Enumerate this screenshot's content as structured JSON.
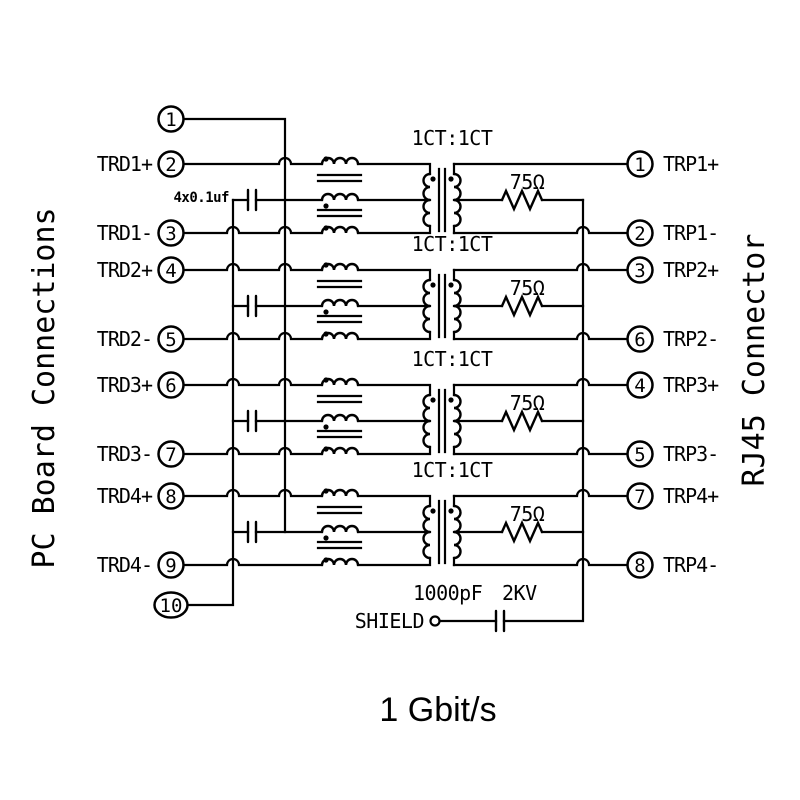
{
  "title": "1 Gbit/s",
  "left": {
    "section_label": "PC Board Connections",
    "pins": [
      {
        "n": "1",
        "signal": ""
      },
      {
        "n": "2",
        "signal": "TRD1+"
      },
      {
        "n": "3",
        "signal": "TRD1-"
      },
      {
        "n": "4",
        "signal": "TRD2+"
      },
      {
        "n": "5",
        "signal": "TRD2-"
      },
      {
        "n": "6",
        "signal": "TRD3+"
      },
      {
        "n": "7",
        "signal": "TRD3-"
      },
      {
        "n": "8",
        "signal": "TRD4+"
      },
      {
        "n": "9",
        "signal": "TRD4-"
      },
      {
        "n": "10",
        "signal": ""
      }
    ]
  },
  "right": {
    "section_label": "RJ45 Connector",
    "pins": [
      {
        "n": "1",
        "signal": "TRP1+"
      },
      {
        "n": "2",
        "signal": "TRP1-"
      },
      {
        "n": "3",
        "signal": "TRP2+"
      },
      {
        "n": "6",
        "signal": "TRP2-"
      },
      {
        "n": "4",
        "signal": "TRP3+"
      },
      {
        "n": "5",
        "signal": "TRP3-"
      },
      {
        "n": "7",
        "signal": "TRP4+"
      },
      {
        "n": "8",
        "signal": "TRP4-"
      }
    ]
  },
  "components": {
    "transformer_ratio": "1CT:1CT",
    "termination_resistor": "75Ω",
    "centertap_capacitors": "4x0.1uf",
    "shield_capacitor_value": "1000pF",
    "shield_capacitor_rating": "2KV",
    "shield_label": "SHIELD"
  }
}
